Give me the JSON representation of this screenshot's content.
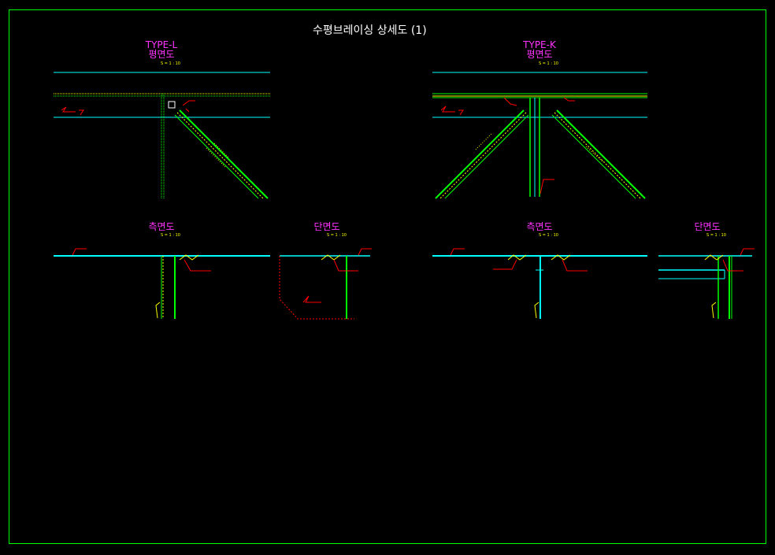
{
  "title": "수평브레이싱 상세도 (1)",
  "views": {
    "type_l": "TYPE-L",
    "plan_l": "평면도",
    "type_k": "TYPE-K",
    "plan_k": "평면도",
    "side_l": "측면도",
    "section_l": "단면도",
    "side_k": "측면도",
    "section_k": "단면도"
  },
  "scale_text": "S = 1 : 10",
  "colors": {
    "frame": "#00ff00",
    "cyan": "#00ffff",
    "green": "#00ff00",
    "red": "#ff0000",
    "yellow": "#ffff00",
    "magenta": "#ff33ff",
    "white": "#ffffff"
  }
}
